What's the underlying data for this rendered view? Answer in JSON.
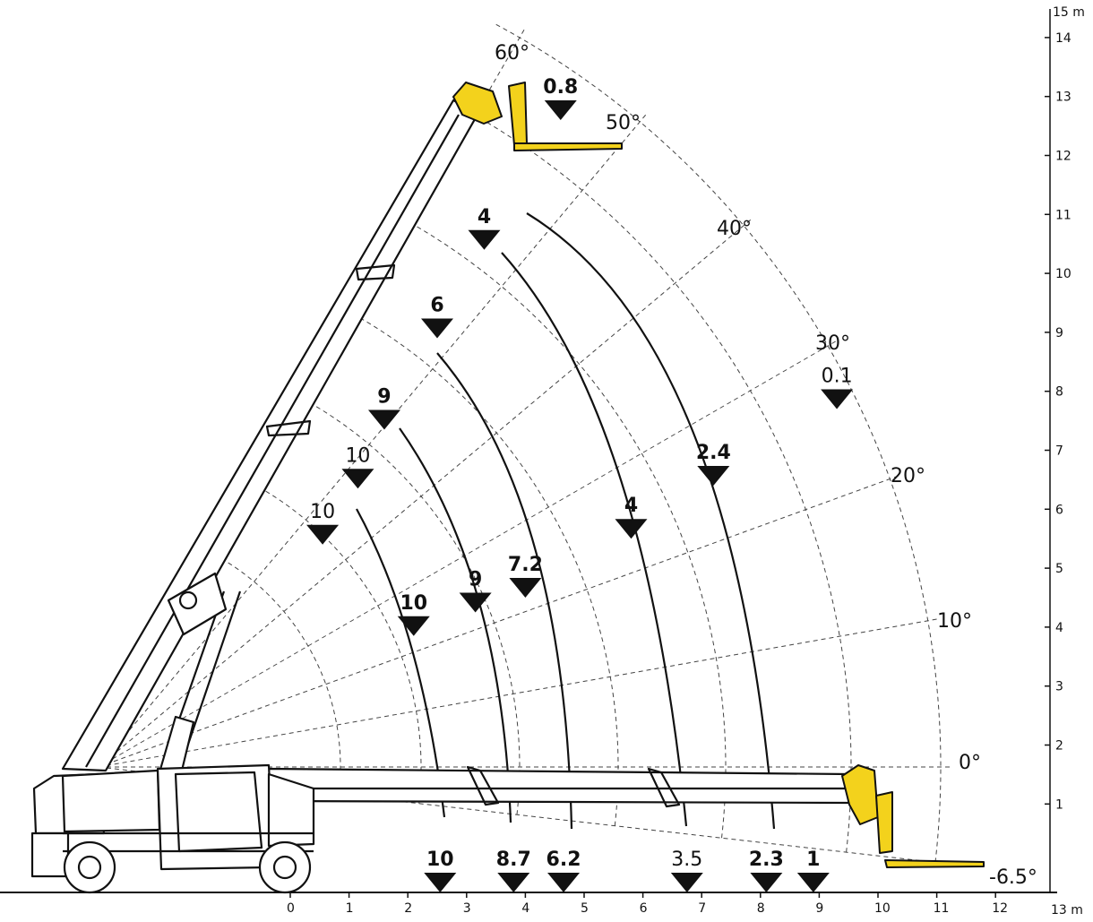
{
  "colors": {
    "attachment": "#f3d21c",
    "line": "#111111",
    "guide": "#444444"
  },
  "axes": {
    "x": {
      "ticks": [
        "0",
        "1",
        "2",
        "3",
        "4",
        "5",
        "6",
        "7",
        "8",
        "9",
        "10",
        "11",
        "12"
      ],
      "unit": "13 m"
    },
    "y": {
      "ticks": [
        "1",
        "2",
        "3",
        "4",
        "5",
        "6",
        "7",
        "8",
        "9",
        "10",
        "11",
        "12",
        "13",
        "14"
      ],
      "unit": "15 m"
    }
  },
  "angles": [
    {
      "label": "60°",
      "deg": 60
    },
    {
      "label": "50°",
      "deg": 50
    },
    {
      "label": "40°",
      "deg": 40
    },
    {
      "label": "30°",
      "deg": 30
    },
    {
      "label": "20°",
      "deg": 20
    },
    {
      "label": "10°",
      "deg": 10
    },
    {
      "label": "0°",
      "deg": 0
    },
    {
      "label": "-6.5°",
      "deg": -6.5
    }
  ],
  "ground_loads": [
    {
      "label": "10",
      "bold": true,
      "x": 2.55
    },
    {
      "label": "8.7",
      "bold": true,
      "x": 3.8
    },
    {
      "label": "6.2",
      "bold": true,
      "x": 4.65
    },
    {
      "label": "3.5",
      "bold": false,
      "x": 6.75
    },
    {
      "label": "2.3",
      "bold": true,
      "x": 8.1
    },
    {
      "label": "1",
      "bold": true,
      "x": 8.9
    }
  ],
  "field_loads": [
    {
      "label": "0.8",
      "bold": true,
      "x": 4.6,
      "y": 13.1
    },
    {
      "label": "4",
      "bold": true,
      "x": 3.3,
      "y": 10.9
    },
    {
      "label": "6",
      "bold": true,
      "x": 2.5,
      "y": 9.4
    },
    {
      "label": "9",
      "bold": true,
      "x": 1.6,
      "y": 7.85
    },
    {
      "label": "10",
      "bold": false,
      "x": 1.15,
      "y": 6.85
    },
    {
      "label": "10",
      "bold": false,
      "x": 0.55,
      "y": 5.9
    },
    {
      "label": "10",
      "bold": true,
      "x": 2.1,
      "y": 4.35
    },
    {
      "label": "9",
      "bold": true,
      "x": 3.15,
      "y": 4.75
    },
    {
      "label": "7.2",
      "bold": true,
      "x": 4.0,
      "y": 5.0
    },
    {
      "label": "4",
      "bold": true,
      "x": 5.8,
      "y": 6.0
    },
    {
      "label": "2.4",
      "bold": true,
      "x": 7.2,
      "y": 6.9
    },
    {
      "label": "0.1",
      "bold": false,
      "x": 9.3,
      "y": 8.2
    }
  ]
}
